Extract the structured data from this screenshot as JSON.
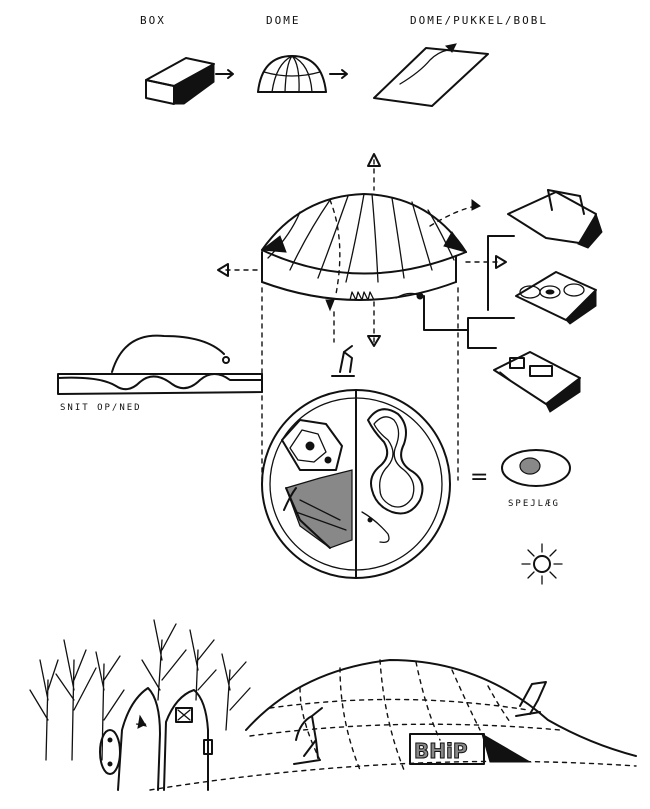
{
  "labels": {
    "box": "BOX",
    "dome": "DOME",
    "dome_bump_bubble": "DOME/PUKKEL/BOBL",
    "section": "SNIT  OP/NED",
    "mirror_egg": "SPEJLÆG",
    "equals": "=",
    "sign": "BHiP"
  },
  "colors": {
    "ink": "#111111",
    "background": "#ffffff",
    "grey_fill": "#888888"
  }
}
